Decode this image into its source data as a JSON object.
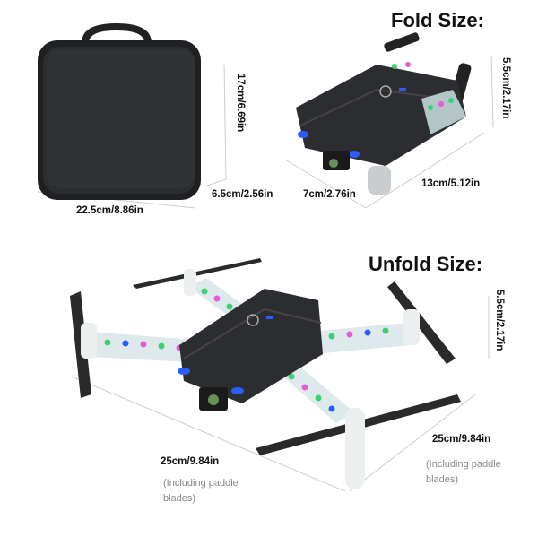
{
  "fold": {
    "title": "Fold Size:",
    "case_height": "17cm/6.69in",
    "case_width": "22.5cm/8.86in",
    "case_depth": "6.5cm/2.56in",
    "drone_width": "7cm/2.76in",
    "drone_length": "13cm/5.12in",
    "drone_height": "5.5cm/2.17in"
  },
  "unfold": {
    "title": "Unfold Size:",
    "height": "5.5cm/2.17in",
    "width_left": "25cm/9.84in",
    "width_left_note": "(Including paddle blades)",
    "width_right": "25cm/9.84in",
    "width_right_note": "(Including paddle blades)"
  },
  "colors": {
    "body": "#2b2d31",
    "led_blue": "#2a5bff",
    "arm": "#dfe8ea",
    "led_green": "#3bd16f",
    "led_pink": "#e85bd6"
  }
}
